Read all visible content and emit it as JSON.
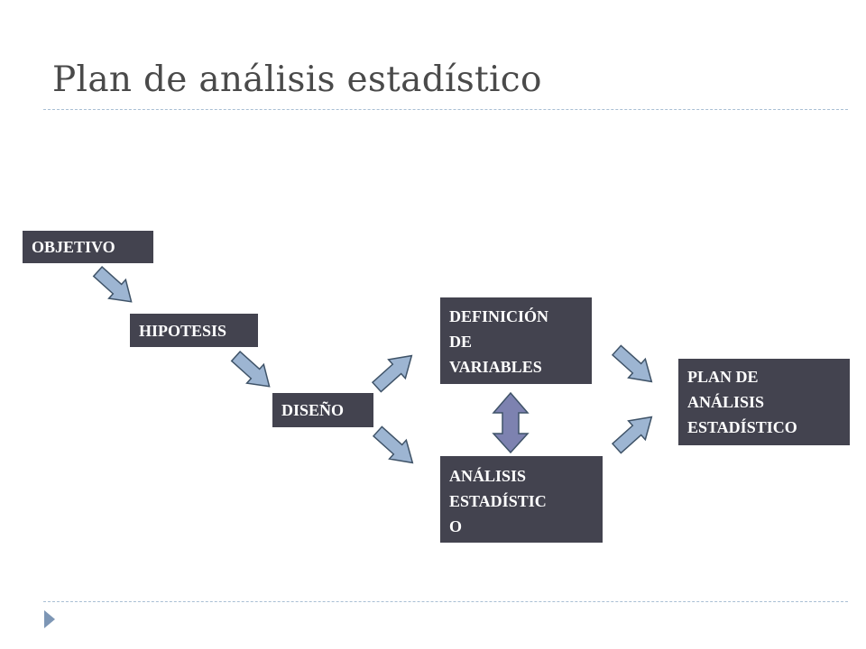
{
  "slide": {
    "title": "Plan de análisis estadístico"
  },
  "diagram": {
    "nodes": {
      "objetivo": "OBJETIVO",
      "hipotesis": "HIPOTESIS",
      "diseno": "DISEÑO",
      "definicion_variables": "DEFINICIÓN\nDE\nVARIABLES",
      "analisis_estadistico": "ANÁLISIS\nESTADÍSTIC\nO",
      "plan_analisis": "PLAN DE\nANÁLISIS\nESTADÍSTICO"
    },
    "edges": [
      {
        "from": "objetivo",
        "to": "hipotesis"
      },
      {
        "from": "hipotesis",
        "to": "diseno"
      },
      {
        "from": "diseno",
        "to": "definicion_variables"
      },
      {
        "from": "diseno",
        "to": "analisis_estadistico"
      },
      {
        "from": "definicion_variables",
        "to": "analisis_estadistico",
        "bidirectional": true
      },
      {
        "from": "definicion_variables",
        "to": "plan_analisis"
      },
      {
        "from": "analisis_estadistico",
        "to": "plan_analisis"
      }
    ],
    "colors": {
      "box_fill": "#43434f",
      "box_text": "#ffffff",
      "arrow_fill": "#9db5d2",
      "arrow_stroke": "#3f5368",
      "double_arrow_fill": "#7d82b0",
      "title_text": "#4a4a4a",
      "rule": "#a9bfd4"
    }
  }
}
